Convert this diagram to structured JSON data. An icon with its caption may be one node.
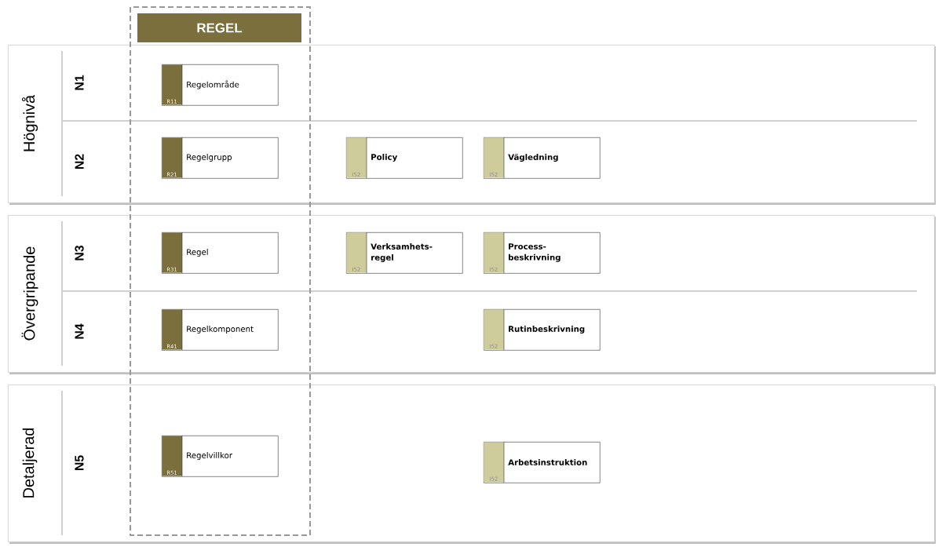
{
  "diagram": {
    "nodes": [
      {
        "text": [
          "Högnivå",
          "N1",
          "N2"
        ]
      },
      {
        "text": [
          "Övergripande",
          "N3",
          "N4"
        ]
      },
      {
        "text": [
          "Detaljerad",
          "N5"
        ]
      },
      {
        "text": [
          "REGEL"
        ]
      },
      {
        "text": [
          "R11",
          "Regelområde"
        ],
        "in": 0
      },
      {
        "text": [
          "R21",
          "Regelgrupp"
        ],
        "in": 0
      },
      {
        "text": [
          "I52",
          "Policy"
        ],
        "in": 0
      },
      {
        "text": [
          "I52",
          "Vägledning"
        ],
        "in": 0
      },
      {
        "text": [
          "R31",
          "Regel"
        ],
        "in": 1
      },
      {
        "text": [
          "I52",
          "Verksamhets- regel"
        ],
        "in": 1
      },
      {
        "text": [
          "I52",
          "Process- beskrivning"
        ],
        "in": 1
      },
      {
        "text": [
          "R41",
          "Regelkomponent"
        ],
        "in": 1
      },
      {
        "text": [
          "I52",
          "Rutinbeskrivning"
        ],
        "in": 1
      },
      {
        "text": [
          "R51",
          "Regelvillkor"
        ],
        "in": 2
      },
      {
        "text": [
          "I52",
          "Arbetsinstruktion"
        ],
        "in": 2
      }
    ]
  }
}
